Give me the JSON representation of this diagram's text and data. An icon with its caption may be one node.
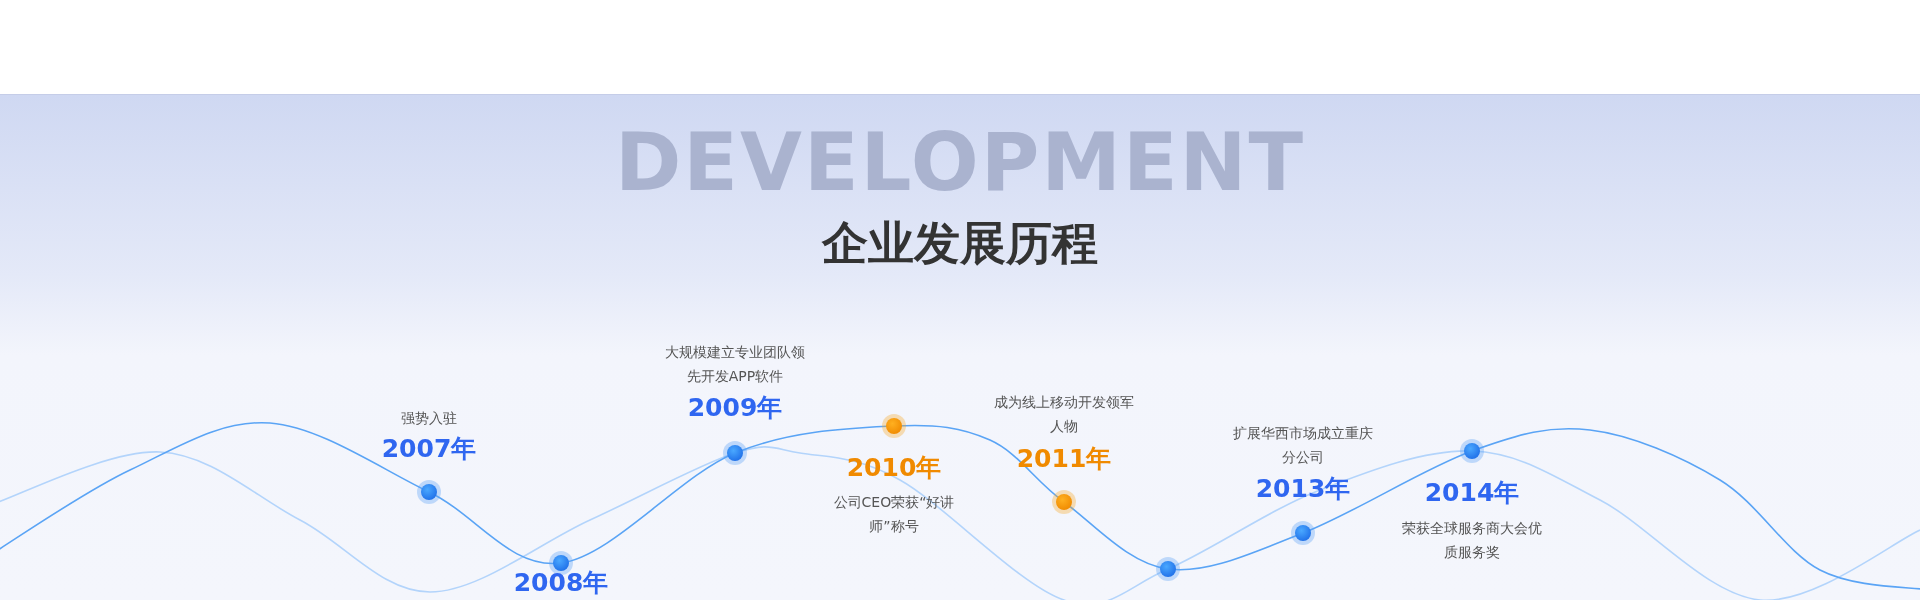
{
  "diagram": {
    "title": "企业发展历程",
    "labels": [
      "DEVELOPMENT",
      "强势入驻",
      "2007年",
      "2008年",
      "大规模建立专业团队领先开发APP软件",
      "2009年",
      "2010年",
      "公司CEO荣获“好讲师”称号",
      "成为线上移动开发领军人物",
      "2011年",
      "扩展华西市场成立重庆分公司",
      "2013年",
      "2014年",
      "荣获全球服务商大会优质服务奖"
    ]
  }
}
